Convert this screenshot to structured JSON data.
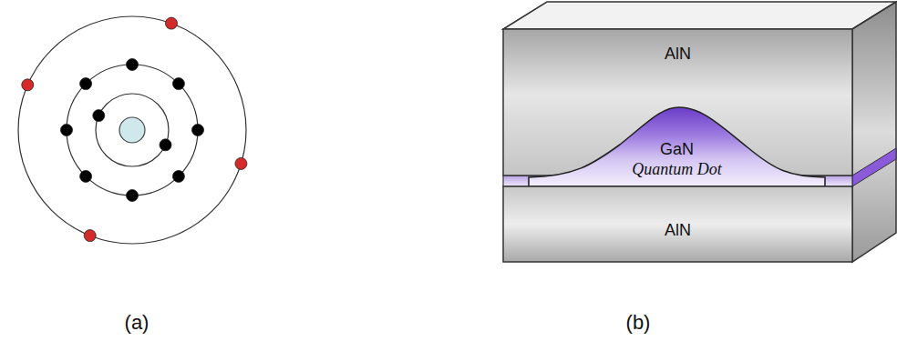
{
  "diagram": {
    "nodes": [
      {
        "text": [
          "AlN"
        ]
      },
      {
        "text": [
          "GaN",
          "Quantum Dot"
        ]
      },
      {
        "text": [
          "AlN"
        ]
      }
    ],
    "labels": [
      "(a)",
      "(b)"
    ]
  }
}
